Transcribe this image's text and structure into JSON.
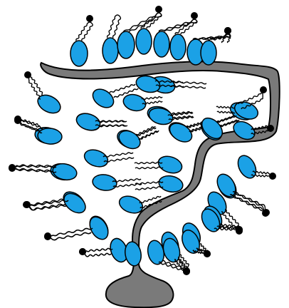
{
  "diagram": {
    "colors": {
      "background": "#ffffff",
      "membrane_fill": "#7a7a7a",
      "membrane_stroke": "#000000",
      "lipid_head_fill": "#1ba1e6",
      "lipid_head_stroke": "#000000",
      "tail_stroke": "#000000",
      "anchor_fill": "#000000"
    },
    "elements": {
      "top_lipid_count": 9,
      "left_lipid_count": 11,
      "interior_lipid_count": 16,
      "right_lipid_count": 13
    }
  }
}
